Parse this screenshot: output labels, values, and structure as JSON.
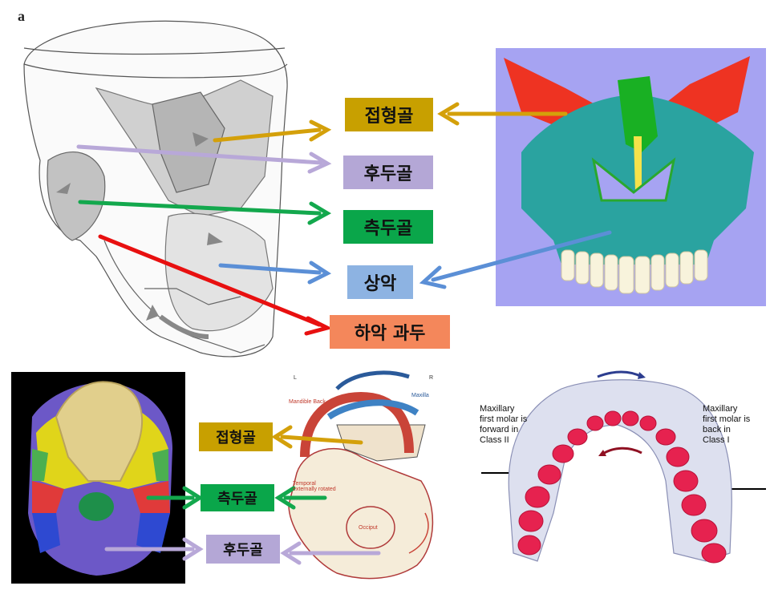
{
  "panel_letter": "a",
  "colors": {
    "sphenoid": "#c8a000",
    "occipital": "#b4a7d6",
    "temporal": "#0aa64a",
    "maxilla": "#8db3e2",
    "condyle": "#f4875b",
    "arrow_sphenoid": "#d4a00a",
    "arrow_occipital": "#b8a8d8",
    "arrow_temporal": "#13a84d",
    "arrow_maxilla": "#5b8fd6",
    "arrow_condyle": "#e81010"
  },
  "labels": {
    "sphenoid": "접형골",
    "occipital": "후두골",
    "temporal": "측두골",
    "maxilla": "상악",
    "condyle": "하악 과두"
  },
  "bottom_labels": {
    "sphenoid": "접형골",
    "temporal": "측두골",
    "occipital": "후두골"
  },
  "center_figure": {
    "left": "L",
    "right": "R",
    "mandible_back": "Mandible Back",
    "maxilla": "Maxilla",
    "temporal": "Temporal externally rotated",
    "occiput": "Occiput"
  },
  "dental_arch": {
    "left_note_lines": [
      "Maxillary",
      "first molar is",
      "forward in",
      "Class II"
    ],
    "right_note_lines": [
      "Maxillary",
      "first molar is",
      "back in",
      "Class I"
    ]
  }
}
